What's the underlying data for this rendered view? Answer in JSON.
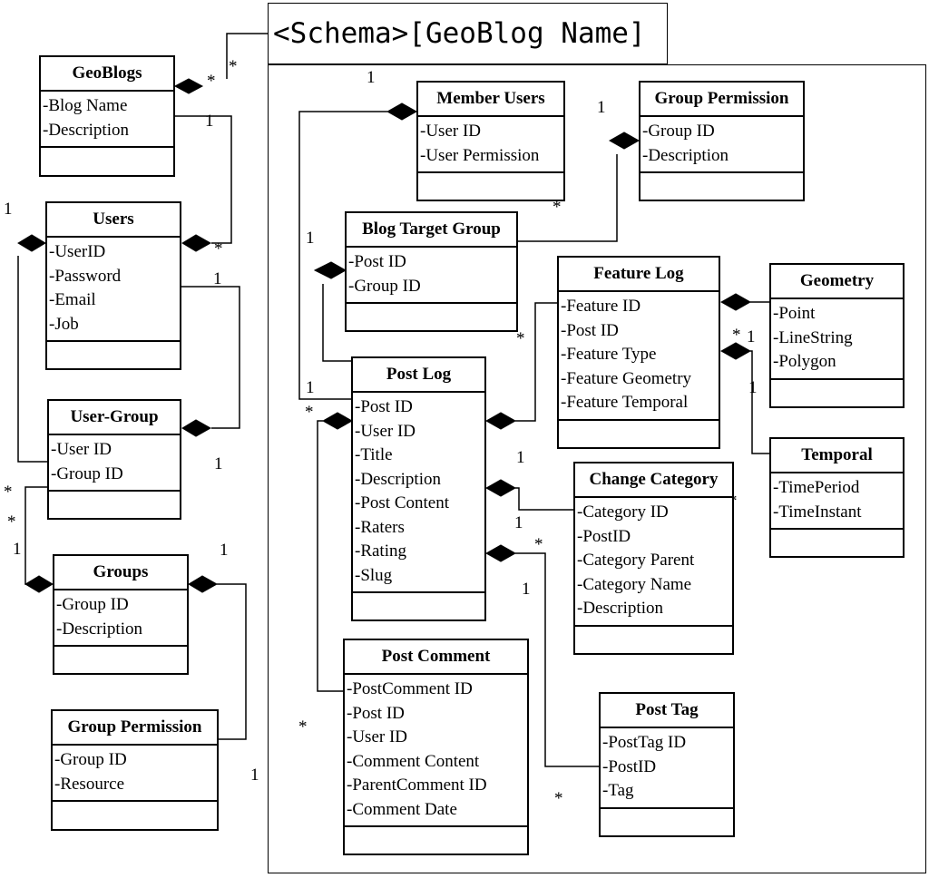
{
  "schema_title": "<Schema>[GeoBlog Name]",
  "entities": {
    "geoblogs": {
      "name": "GeoBlogs",
      "attrs": [
        "-Blog Name",
        "-Description"
      ]
    },
    "users": {
      "name": "Users",
      "attrs": [
        "-UserID",
        "-Password",
        "-Email",
        "-Job"
      ]
    },
    "user_group": {
      "name": "User-Group",
      "attrs": [
        "-User ID",
        "-Group ID"
      ]
    },
    "groups": {
      "name": "Groups",
      "attrs": [
        "-Group ID",
        "-Description"
      ]
    },
    "group_permission_left": {
      "name": "Group Permission",
      "attrs": [
        "-Group ID",
        "-Resource"
      ]
    },
    "member_users": {
      "name": "Member Users",
      "attrs": [
        "-User ID",
        "-User Permission"
      ]
    },
    "group_permission_top": {
      "name": "Group Permission",
      "attrs": [
        "-Group ID",
        "-Description"
      ]
    },
    "blog_target_group": {
      "name": "Blog Target Group",
      "attrs": [
        "-Post ID",
        "-Group ID"
      ]
    },
    "feature_log": {
      "name": "Feature Log",
      "attrs": [
        "-Feature ID",
        "-Post ID",
        "-Feature Type",
        "-Feature Geometry",
        "-Feature Temporal"
      ]
    },
    "geometry": {
      "name": "Geometry",
      "attrs": [
        "-Point",
        "-LineString",
        "-Polygon"
      ]
    },
    "post_log": {
      "name": "Post Log",
      "attrs": [
        "-Post ID",
        "-User ID",
        "-Title",
        "-Description",
        "-Post Content",
        "-Raters",
        "-Rating",
        "-Slug"
      ]
    },
    "temporal": {
      "name": "Temporal",
      "attrs": [
        "-TimePeriod",
        "-TimeInstant"
      ]
    },
    "change_category": {
      "name": "Change Category",
      "attrs": [
        "-Category ID",
        "-PostID",
        "-Category Parent",
        "-Category Name",
        "-Description"
      ]
    },
    "post_comment": {
      "name": "Post Comment",
      "attrs": [
        "-PostComment ID",
        "-Post ID",
        "-User ID",
        "-Comment Content",
        "-ParentComment ID",
        "-Comment Date"
      ]
    },
    "post_tag": {
      "name": "Post Tag",
      "attrs": [
        "-PostTag ID",
        "-PostID",
        "-Tag"
      ]
    }
  },
  "multiplicity": {
    "one": "1",
    "many": "*"
  }
}
